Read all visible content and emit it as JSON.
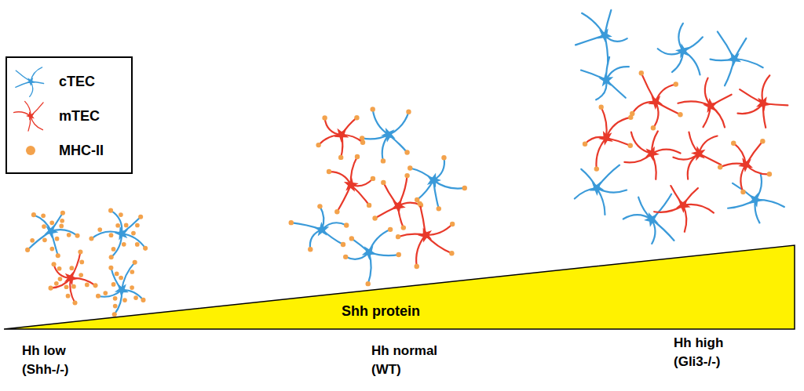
{
  "diagram": {
    "nodes": [
      {
        "text": [
          "Shh protein"
        ]
      }
    ],
    "labels": [
      "Hh low",
      "(Shh-/-)",
      "Hh normal",
      "(WT)",
      "Hh high",
      "(Gli3-/-)"
    ],
    "legend": [
      {
        "text": "cTEC",
        "color": "#3a9ad9"
      },
      {
        "text": "mTEC",
        "color": "#e8392a"
      },
      {
        "text": "MHC-II",
        "color": "#f3a24c"
      }
    ]
  }
}
